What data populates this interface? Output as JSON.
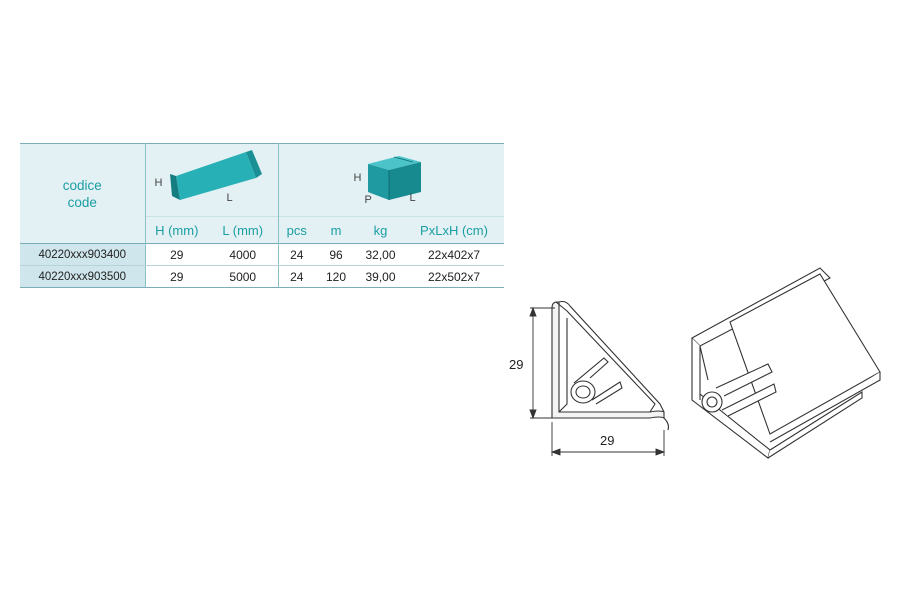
{
  "table": {
    "code_header": [
      "codice",
      "code"
    ],
    "profile_dims": {
      "h": "H",
      "l": "L"
    },
    "box_dims": {
      "h": "H",
      "p": "P",
      "l": "L"
    },
    "columns": [
      "H (mm)",
      "L (mm)",
      "pcs",
      "m",
      "kg",
      "PxLxH (cm)"
    ],
    "rows": [
      {
        "code": "40220xxx903400",
        "h": "29",
        "l": "4000",
        "pcs": "24",
        "m": "96",
        "kg": "32,00",
        "pack": "22x402x7"
      },
      {
        "code": "40220xxx903500",
        "h": "29",
        "l": "5000",
        "pcs": "24",
        "m": "120",
        "kg": "39,00",
        "pack": "22x502x7"
      }
    ]
  },
  "drawing": {
    "dim_height": "29",
    "dim_width": "29"
  },
  "colors": {
    "accent": "#1a9ea3",
    "header_bg": "#e3f1f4",
    "code_bg": "#cfe6ec",
    "profile_fill": "#1e9aa0"
  }
}
